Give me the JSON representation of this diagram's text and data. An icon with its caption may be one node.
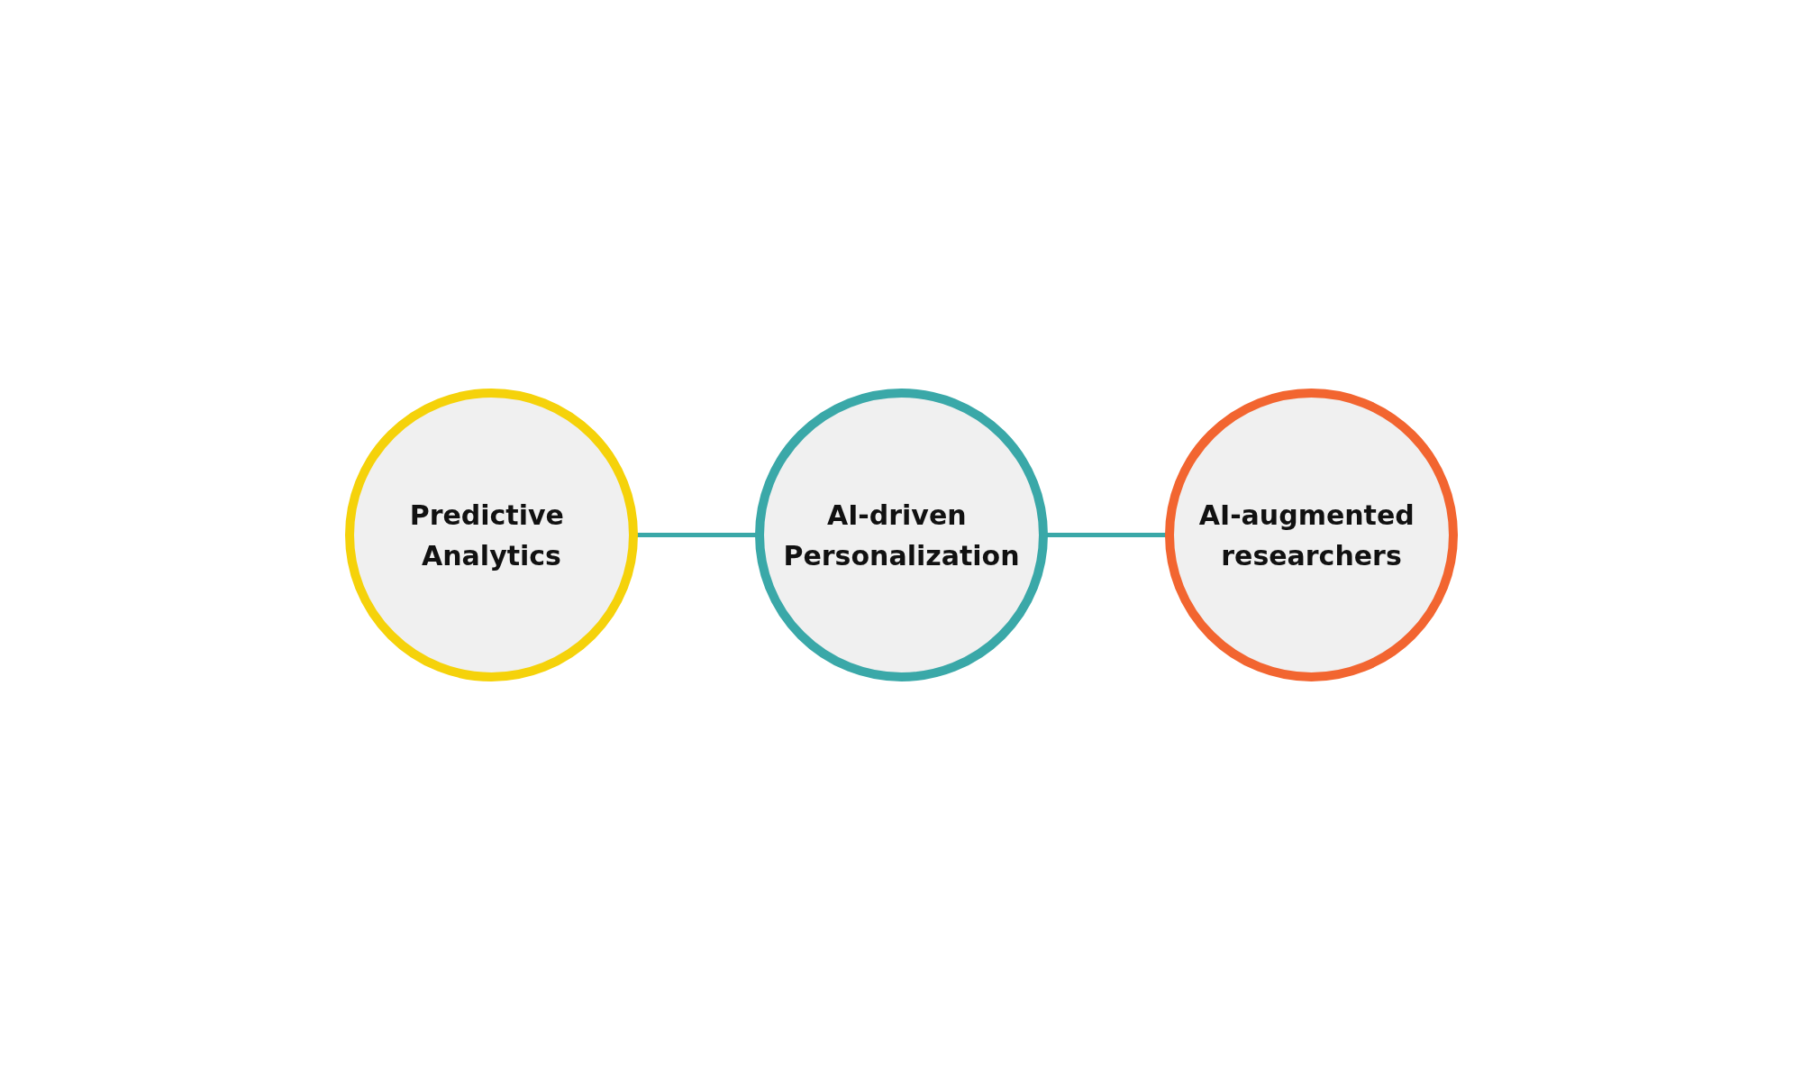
{
  "diagram": {
    "nodes": [
      {
        "text": [
          "Predictive Analytics"
        ]
      },
      {
        "text": [
          "AI-driven Personalization"
        ]
      },
      {
        "text": [
          "AI-augmented researchers"
        ]
      }
    ],
    "edges": [
      {
        "from": 0,
        "to": 1,
        "arrow": "none"
      },
      {
        "from": 1,
        "to": 2,
        "arrow": "none"
      }
    ]
  }
}
